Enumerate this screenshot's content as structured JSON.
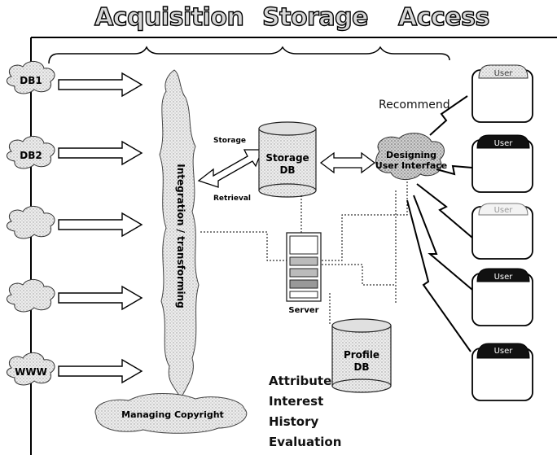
{
  "headers": {
    "acquisition": "Acquisition",
    "storage": "Storage",
    "access": "Access"
  },
  "sources": [
    "DB1",
    "DB2",
    "",
    "",
    "WWW"
  ],
  "integration_label": "Integration / transforming",
  "copyright_label": "Managing Copyright",
  "flow_labels": {
    "storage": "Storage",
    "retrieval": "Retrieval"
  },
  "storage_db": {
    "line1": "Storage",
    "line2": "DB"
  },
  "server_label": "Server",
  "profile_db": {
    "line1": "Profile",
    "line2": "DB"
  },
  "ui_cloud": {
    "line1": "Designing",
    "line2": "User Interface"
  },
  "recommend_label": "Recommend",
  "users": [
    "User",
    "User",
    "User",
    "User",
    "User"
  ],
  "profile_attributes": [
    "Attribute",
    "Interest",
    "History",
    "Evaluation"
  ]
}
